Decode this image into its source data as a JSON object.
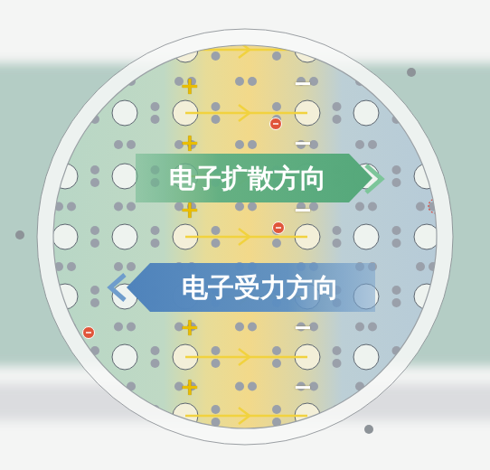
{
  "diagram": {
    "nodes": [
      {
        "text": [
          "电子扩散方向"
        ]
      },
      {
        "text": [
          "电子受力方向"
        ]
      }
    ],
    "labels": [
      "+",
      "+",
      "+",
      "+",
      "+",
      "−",
      "−",
      "−",
      "−",
      "−"
    ]
  }
}
